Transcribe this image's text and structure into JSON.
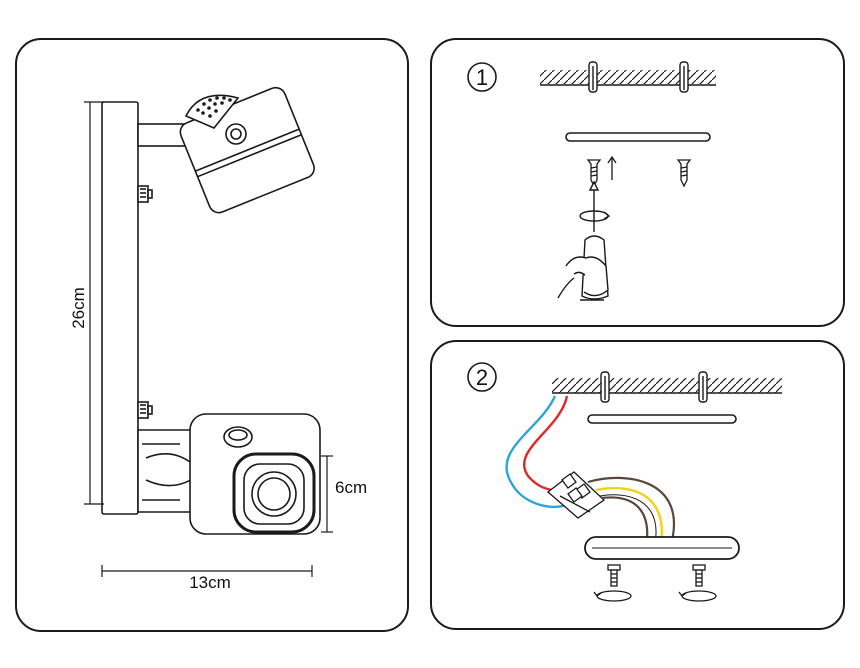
{
  "dimensions": {
    "height": "26cm",
    "width": "13cm",
    "head": "6cm"
  },
  "steps": [
    {
      "number": "1"
    },
    {
      "number": "2"
    }
  ],
  "wire_colors": {
    "blue": "#2aa6d9",
    "red": "#e32626",
    "yellow": "#f0d21a",
    "brown": "#5a4638"
  }
}
